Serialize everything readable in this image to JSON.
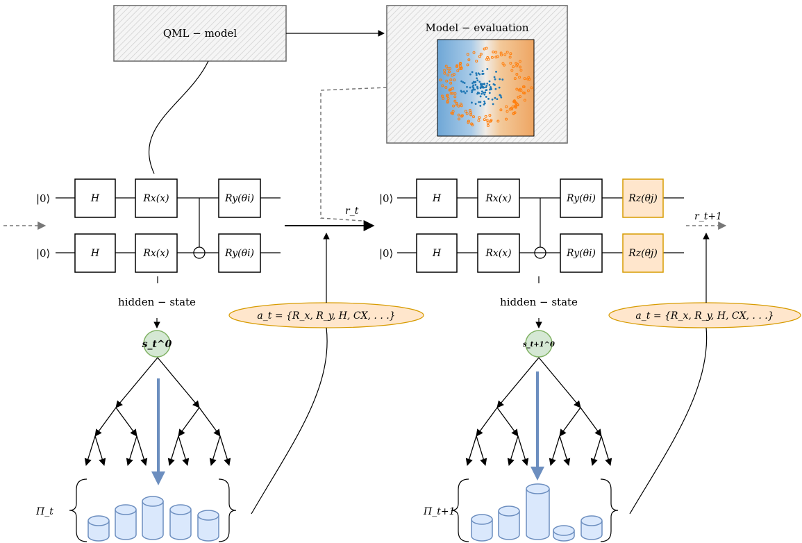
{
  "model_box": {
    "label": "QML − model"
  },
  "eval_box": {
    "label": "Model − evaluation"
  },
  "circuit_left": {
    "qubit_labels": [
      "|0⟩",
      "|0⟩"
    ],
    "gates": [
      "H",
      "Rx(x)",
      "Ry(θi)"
    ]
  },
  "circuit_right": {
    "qubit_labels": [
      "|0⟩",
      "|0⟩"
    ],
    "gates": [
      "H",
      "Rx(x)",
      "Ry(θi)",
      "Rz(θj)"
    ]
  },
  "hidden_state_label": "hidden − state",
  "reward_left": "r_t",
  "reward_right": "r_t+1",
  "action_label": "a_t = {R_x, R_y, H, CX, . . .}",
  "state_left": "s_t^0",
  "state_right": "s_t+1^0",
  "policy_left": "Π_t",
  "policy_right": "Π_t+1",
  "colors": {
    "blue_points": "#1f77b4",
    "orange_points": "#ff7f0e",
    "state_fill": "#d5e8d4",
    "action_fill": "#ffe6cc",
    "cylinder_fill": "#dae8fc",
    "arrow_blue": "#6c8ebf"
  }
}
